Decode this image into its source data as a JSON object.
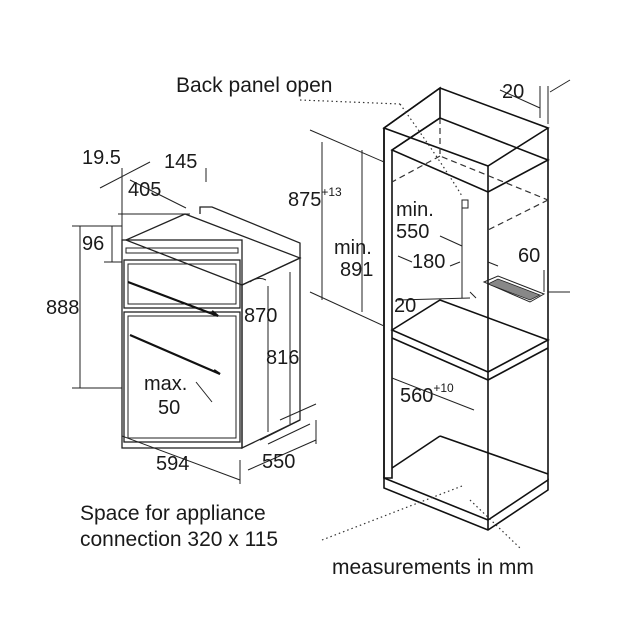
{
  "captions": {
    "back_panel": "Back panel open",
    "space_line1": "Space for appliance",
    "space_line2": "connection 320 x 115",
    "measurements": "measurements in mm"
  },
  "oven_dims": {
    "d_19_5": "19.5",
    "d_145": "145",
    "d_405": "405",
    "d_96": "96",
    "d_888": "888",
    "d_870": "870",
    "d_816": "816",
    "max_label": "max.",
    "max_value": "50",
    "d_594": "594",
    "d_550": "550"
  },
  "cabinet_dims": {
    "d_20_top": "20",
    "h_875": "875",
    "h_875_tol": "+13",
    "min1_label": "min.",
    "min1_value": "550",
    "min2_label": "min.",
    "min2_value": "891",
    "d_180": "180",
    "d_60": "60",
    "d_20_bottom": "20",
    "w_560": "560",
    "w_560_tol": "+10"
  }
}
